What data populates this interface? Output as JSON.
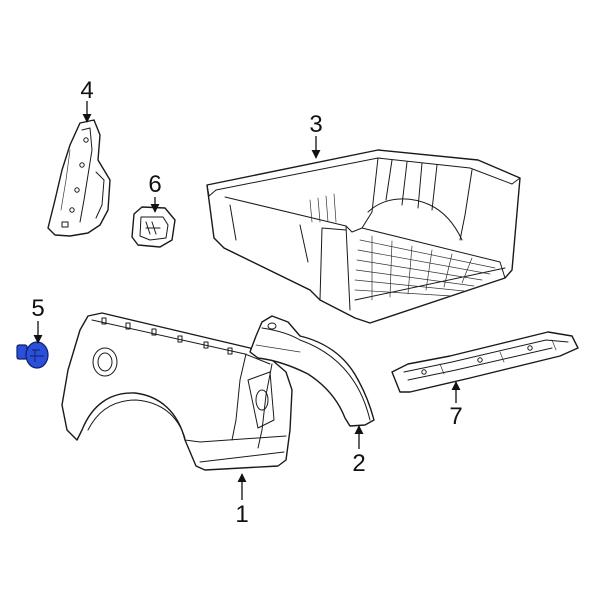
{
  "diagram": {
    "highlight_color": "#2b4fd8",
    "line_color": "#1a1a1a",
    "background": "#ffffff"
  },
  "callouts": [
    {
      "id": "1",
      "label": "1"
    },
    {
      "id": "2",
      "label": "2"
    },
    {
      "id": "3",
      "label": "3"
    },
    {
      "id": "4",
      "label": "4"
    },
    {
      "id": "5",
      "label": "5"
    },
    {
      "id": "6",
      "label": "6"
    },
    {
      "id": "7",
      "label": "7"
    }
  ]
}
